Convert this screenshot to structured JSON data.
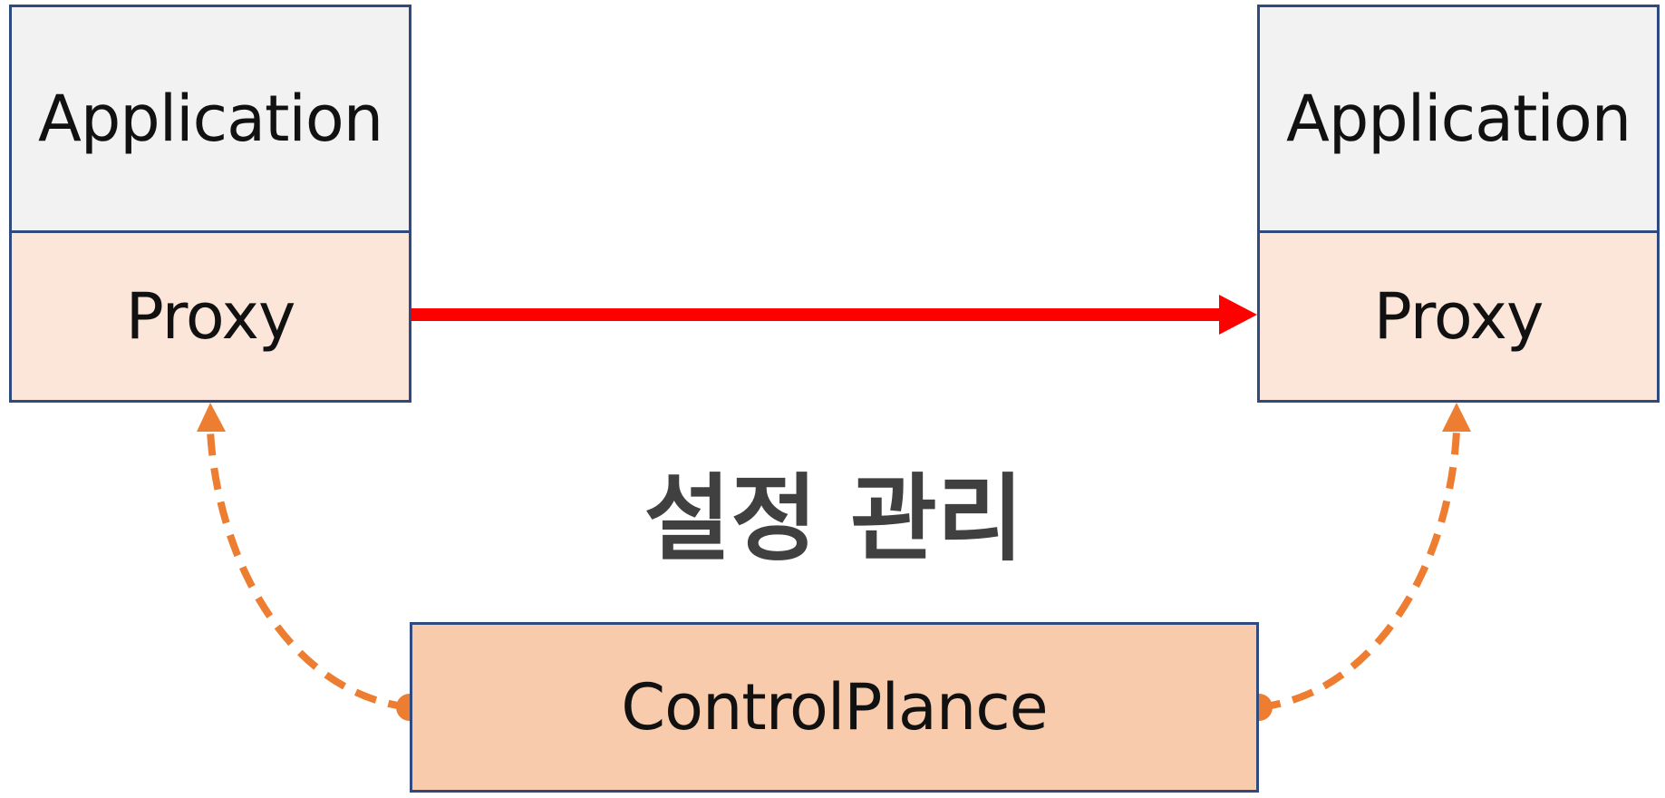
{
  "left_node": {
    "application_label": "Application",
    "proxy_label": "Proxy"
  },
  "right_node": {
    "application_label": "Application",
    "proxy_label": "Proxy"
  },
  "control_plane": {
    "label": "ControlPlance"
  },
  "config_label": "설정 관리",
  "colors": {
    "box_border": "#2F4A7F",
    "application_fill": "#F2F2F2",
    "proxy_fill": "#FCE6DA",
    "control_plane_fill": "#F7CBAC",
    "traffic_arrow": "#FF0000",
    "config_arrow": "#ED7D31",
    "config_label_text": "#404040"
  }
}
